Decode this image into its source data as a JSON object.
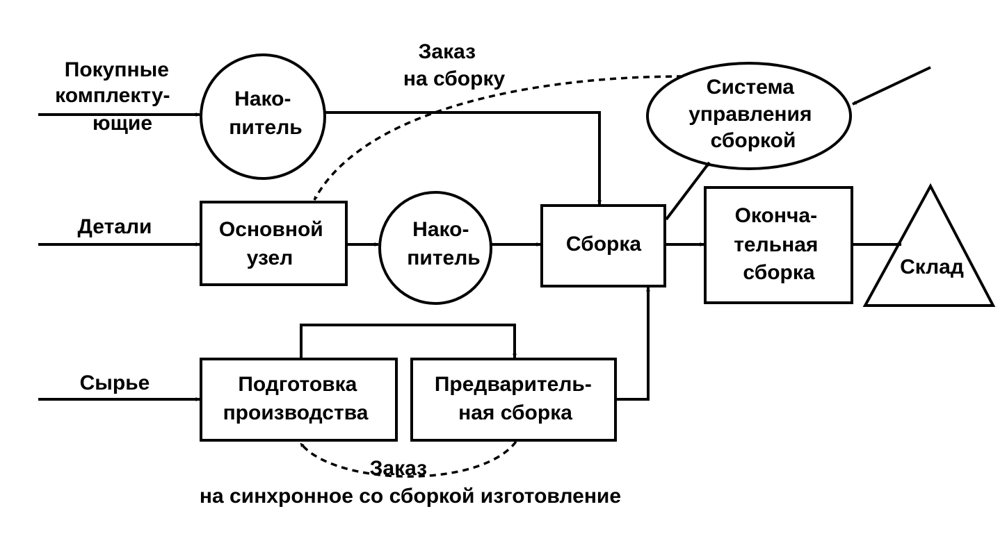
{
  "inputs": {
    "purchased": [
      "Покупные",
      "комплекту-",
      "ющие"
    ],
    "parts": "Детали",
    "raw": "Сырье"
  },
  "nodes": {
    "accumulator_top": [
      "Нако-",
      "питель"
    ],
    "main_unit": [
      "Основной",
      "узел"
    ],
    "accumulator_mid": [
      "Нако-",
      "питель"
    ],
    "assembly": "Сборка",
    "control_system": [
      "Система",
      "управления",
      "сборкой"
    ],
    "final_assembly": [
      "Оконча-",
      "тельная",
      "сборка"
    ],
    "warehouse": "Склад",
    "production_prep": [
      "Подготовка",
      "производства"
    ],
    "pre_assembly": [
      "Предваритель-",
      "ная сборка"
    ]
  },
  "annotations": {
    "order_assembly": [
      "Заказ",
      "на сборку"
    ],
    "order_sync": [
      "Заказ",
      "на синхронное со сборкой изготовление"
    ]
  }
}
